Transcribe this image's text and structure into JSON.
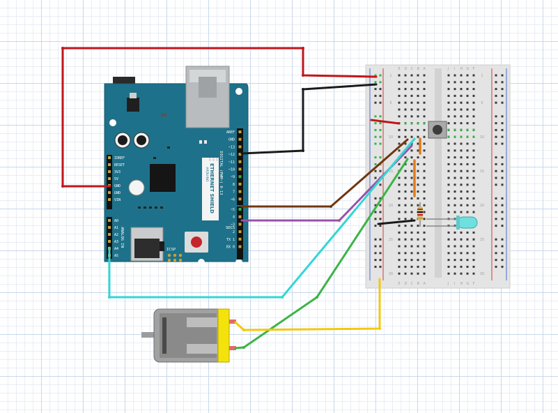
{
  "arduino": {
    "left_pins": [
      "IOREF",
      "RESET",
      "3V3",
      "5V",
      "GND",
      "GND",
      "VIN"
    ],
    "analog_pins": [
      "A0",
      "A1",
      "A2",
      "A3",
      "A4",
      "A5"
    ],
    "analog_label": "ANALOG IN",
    "digital_pins": [
      "AREF",
      "GND",
      "~13",
      "~12",
      "~11",
      "~10",
      "~9",
      "8",
      "7",
      "~6",
      "~5",
      "4",
      "~3",
      "2",
      "TX 1",
      "RX 0"
    ],
    "digital_label": "DIGITAL (PWM~) 0-13",
    "sdcs_label": "SDCS",
    "shield_label": "ETHERNET SHIELD",
    "icsp_label": "ICSP",
    "logo_text": "ARDUINO"
  },
  "breadboard": {
    "column_letters_left": [
      "A",
      "B",
      "C",
      "D",
      "E"
    ],
    "column_letters_right": [
      "F",
      "G",
      "H",
      "I",
      "J"
    ],
    "row_numbers": [
      "1",
      "5",
      "10",
      "15",
      "20",
      "25",
      "30"
    ]
  },
  "wires": {
    "power_5v": "#c0151b",
    "ground": "#1a1a1a",
    "pin9": "#6e3610",
    "pin5": "#9b4fa8",
    "analog_a5": "#33d6d6",
    "motor_green": "#3cb447",
    "motor_yellow": "#f2c90d"
  },
  "components": {
    "board_color": "#1e718a",
    "led_color": "#6fe0e0",
    "motor_endcap_color": "#f4e20c"
  }
}
